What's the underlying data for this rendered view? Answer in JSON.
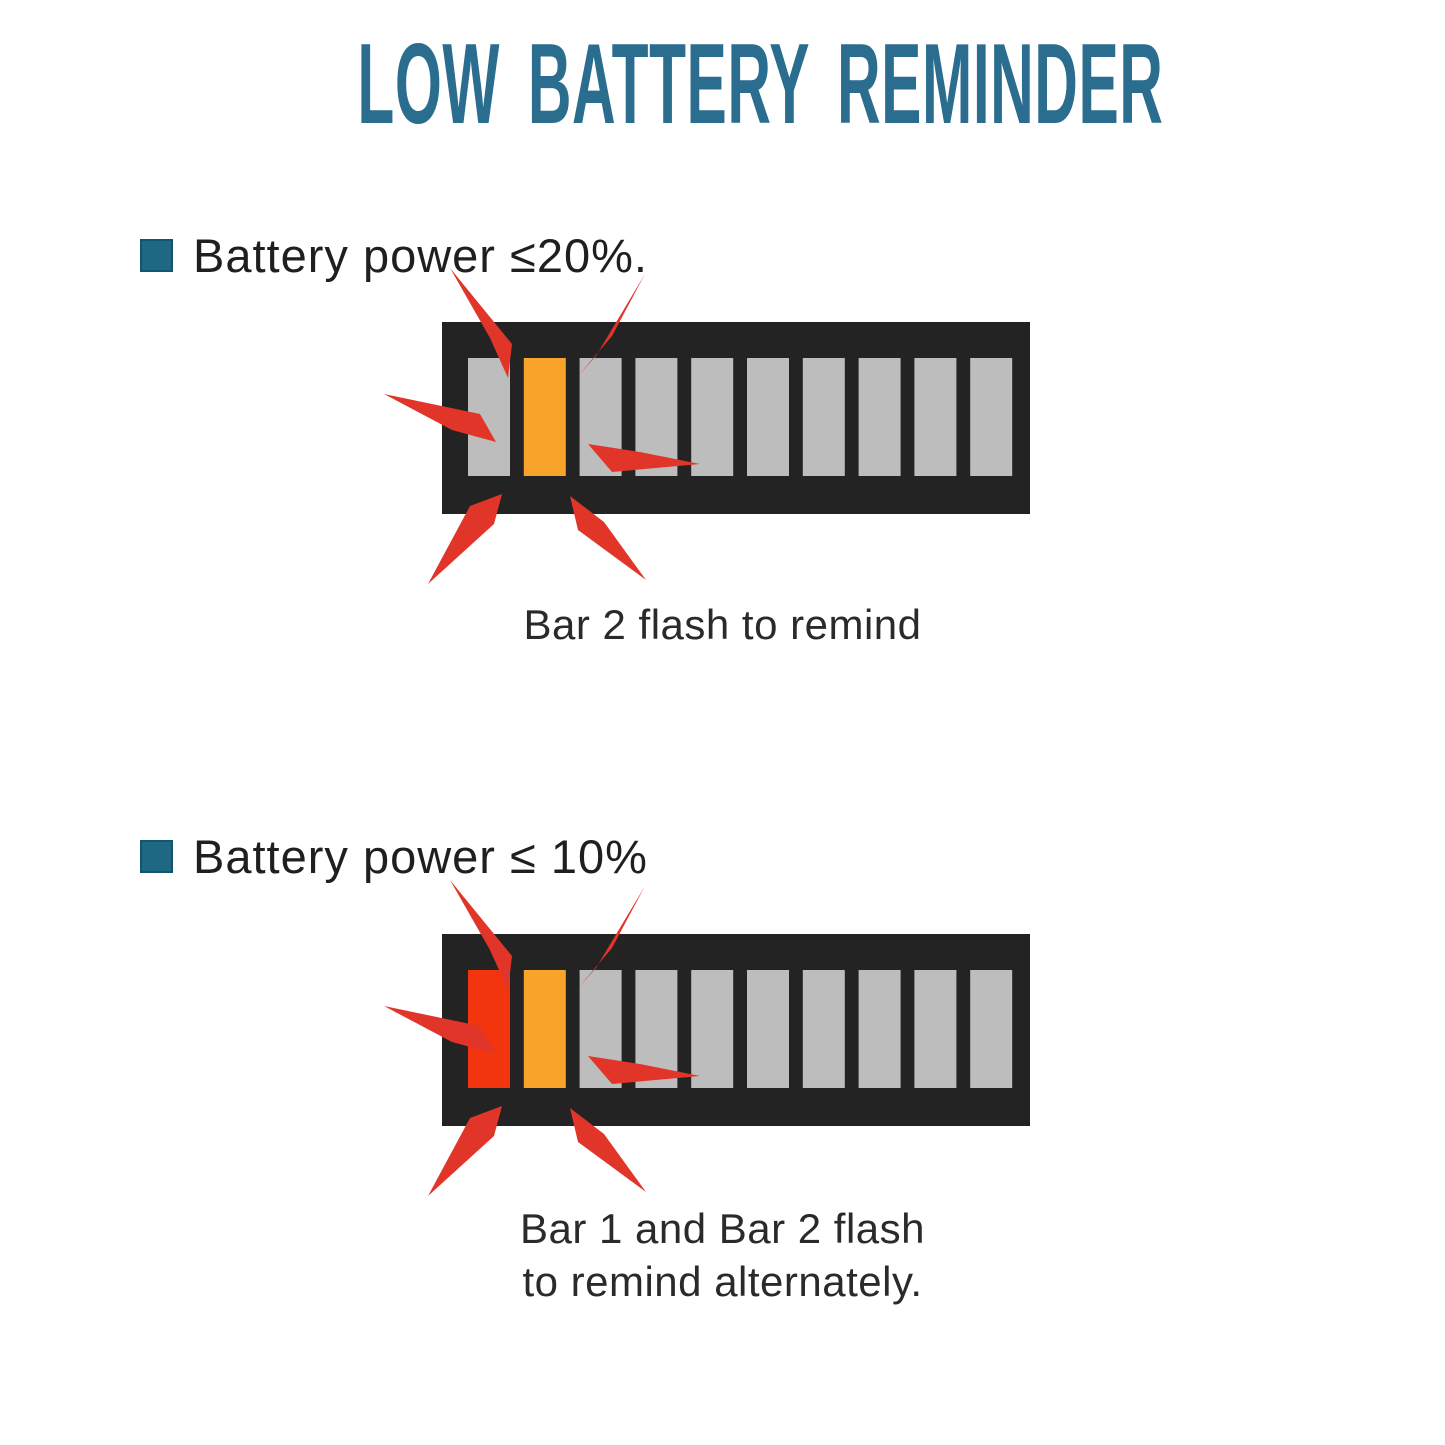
{
  "title": "LOW BATTERY REMINDER",
  "colors": {
    "title": "#2A6D8E",
    "bullet": "#1E6883",
    "heading_text": "#1F1F1F",
    "caption_text": "#2A2A2A",
    "battery_case": "#232323",
    "bar_gray": "#BDBDBD",
    "bar_orange": "#F8A42B",
    "bar_red": "#F2350F",
    "flash": "#E23529"
  },
  "sections": [
    {
      "heading": "Battery power ≤20%.",
      "caption_lines": [
        "Bar 2 flash to remind"
      ],
      "battery": {
        "bar_count": 10,
        "bars": [
          "gray",
          "orange",
          "gray",
          "gray",
          "gray",
          "gray",
          "gray",
          "gray",
          "gray",
          "gray"
        ]
      }
    },
    {
      "heading": "Battery power ≤ 10%",
      "caption_lines": [
        "Bar 1 and Bar 2 flash",
        "to remind alternately."
      ],
      "battery": {
        "bar_count": 10,
        "bars": [
          "red",
          "orange",
          "gray",
          "gray",
          "gray",
          "gray",
          "gray",
          "gray",
          "gray",
          "gray"
        ]
      }
    }
  ]
}
